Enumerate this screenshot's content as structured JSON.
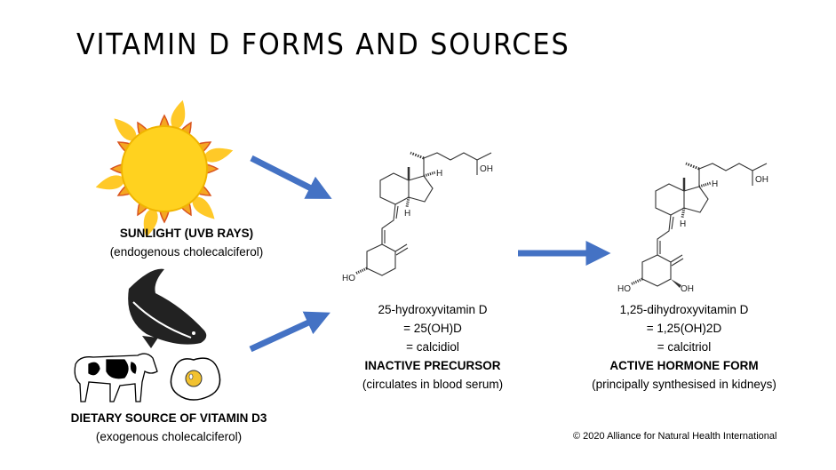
{
  "title": "VITAMIN D FORMS AND SOURCES",
  "sunlight": {
    "heading": "SUNLIGHT (UVB RAYS)",
    "sub": "(endogenous cholecalciferol)"
  },
  "dietary": {
    "heading": "DIETARY SOURCE OF VITAMIN D3",
    "sub": "(exogenous cholecalciferol)"
  },
  "precursor": {
    "name": "25-hydroxyvitamin D",
    "formula": "= 25(OH)D",
    "alias": "= calcidiol",
    "status": "INACTIVE PRECURSOR",
    "note": "(circulates in blood serum)"
  },
  "hormone": {
    "name": "1,25-dihydroxyvitamin D",
    "formula": "= 1,25(OH)2D",
    "alias": "= calcitriol",
    "status": "ACTIVE HORMONE FORM",
    "note": "(principally synthesised in kidneys)"
  },
  "labels": {
    "oh": "OH",
    "ho": "HO",
    "h": "H"
  },
  "footer": "© 2020 Alliance for Natural Health International",
  "colors": {
    "arrow": "#4472C4",
    "sun": "#FFD21F",
    "ray": "#F5A623",
    "yolk": "#F2C230"
  }
}
